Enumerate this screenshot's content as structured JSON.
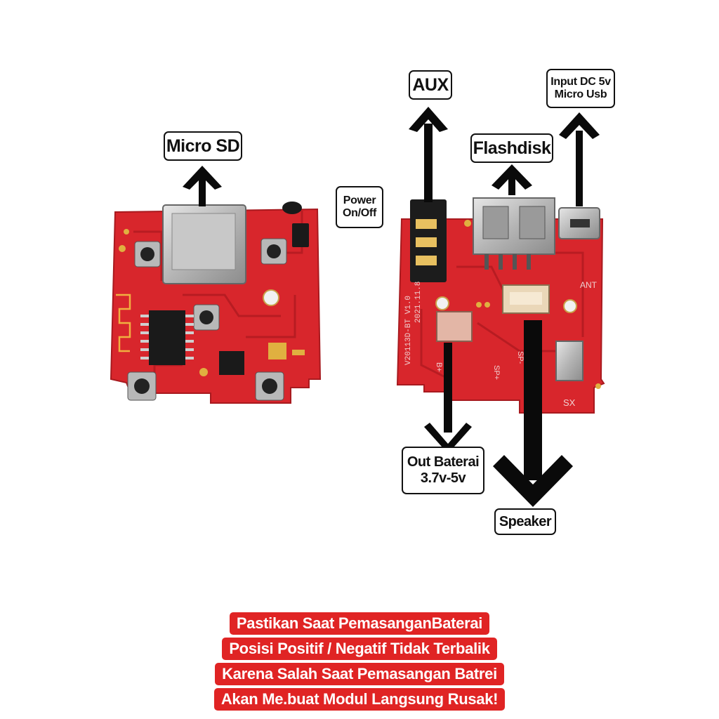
{
  "labels": {
    "micro_sd": "Micro SD",
    "power": [
      "Power",
      "On/Off"
    ],
    "aux": "AUX",
    "flashdisk": "Flashdisk",
    "input_dc": [
      "Input DC 5v",
      "Micro Usb"
    ],
    "out_baterai": [
      "Out Baterai",
      "3.7v-5v"
    ],
    "speaker": "Speaker"
  },
  "silkscreen": {
    "date": "2021.11.8",
    "model": "V20113D-BT V1.0",
    "ant": "ANT",
    "sx": "SX",
    "sp_plus": "SP+",
    "sp_minus": "SP-",
    "bplus": "B+"
  },
  "warning": [
    "Pastikan Saat PemasanganBaterai",
    "Posisi Positif / Negatif Tidak Terbalik",
    "Karena Salah Saat Pemasangan Batrei",
    "Akan Me.buat Modul Langsung Rusak!"
  ],
  "colors": {
    "pcb": "#d8262c",
    "pcb_dark": "#b01a20",
    "arrow": "#0a0a0a",
    "warning_bg": "#e02424",
    "warning_text": "#ffffff"
  }
}
